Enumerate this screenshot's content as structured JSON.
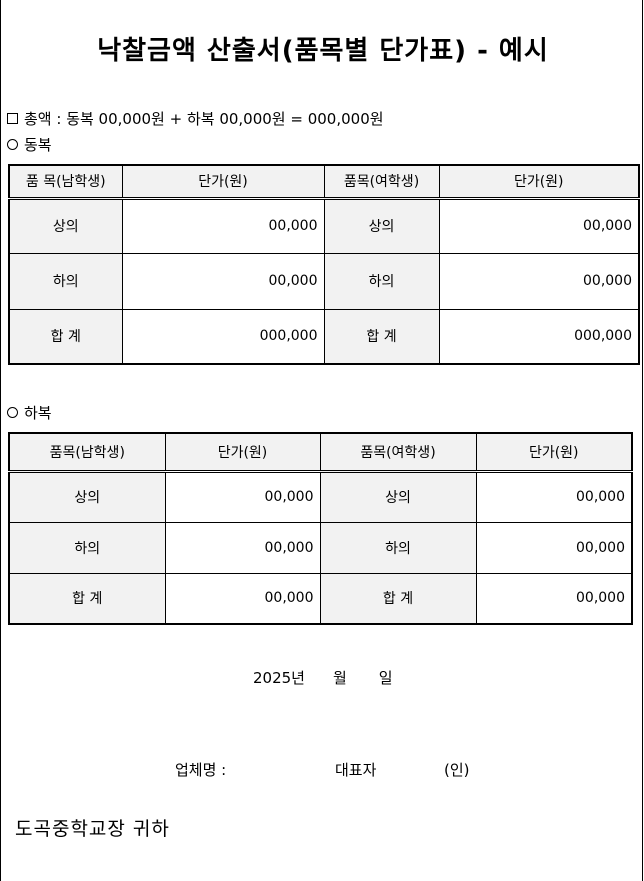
{
  "title": "낙찰금액 산출서(품목별 단가표) - 예시",
  "total_line": "총액 : 동복 00,000원 + 하복 00,000원 = 000,000원",
  "winter": {
    "section_label": "동복",
    "headers": [
      "품 목(남학생)",
      "단가(원)",
      "품목(여학생)",
      "단가(원)"
    ],
    "rows": [
      {
        "m_item": "상의",
        "m_price": "00,000",
        "f_item": "상의",
        "f_price": "00,000"
      },
      {
        "m_item": "하의",
        "m_price": "00,000",
        "f_item": "하의",
        "f_price": "00,000"
      },
      {
        "m_item": "합 계",
        "m_price": "000,000",
        "f_item": "합 계",
        "f_price": "000,000"
      }
    ]
  },
  "summer": {
    "section_label": "하복",
    "headers": [
      "품목(남학생)",
      "단가(원)",
      "품목(여학생)",
      "단가(원)"
    ],
    "rows": [
      {
        "m_item": "상의",
        "m_price": "00,000",
        "f_item": "상의",
        "f_price": "00,000"
      },
      {
        "m_item": "하의",
        "m_price": "00,000",
        "f_item": "하의",
        "f_price": "00,000"
      },
      {
        "m_item": "합 계",
        "m_price": "00,000",
        "f_item": "합 계",
        "f_price": "00,000"
      }
    ]
  },
  "date": {
    "year": "2025년",
    "month": "월",
    "day": "일"
  },
  "signature": {
    "company_label": "업체명 :",
    "representative_label": "대표자",
    "seal": "(인)"
  },
  "addressee": "도곡중학교장 귀하"
}
